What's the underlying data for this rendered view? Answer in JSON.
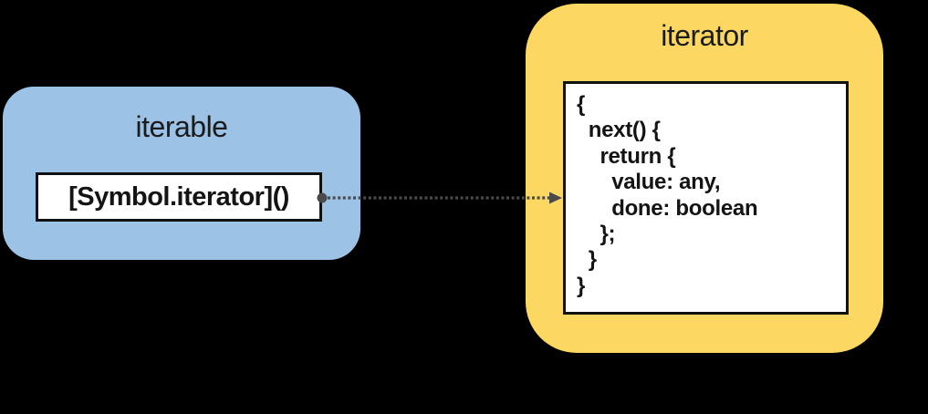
{
  "diagram": {
    "background_color": "#000000",
    "iterable": {
      "title": "iterable",
      "fill_color": "#9CC3E6",
      "method_label": "[Symbol.iterator]()"
    },
    "iterator": {
      "title": "iterator",
      "fill_color": "#FCD863",
      "code_lines": [
        "{",
        "  next() {",
        "    return {",
        "      value: any,",
        "      done: boolean",
        "    };",
        "  }",
        "}"
      ]
    },
    "arrow": {
      "color": "#4A4A4A",
      "style": "dotted",
      "from": "[Symbol.iterator]()",
      "to": "iterator"
    }
  }
}
